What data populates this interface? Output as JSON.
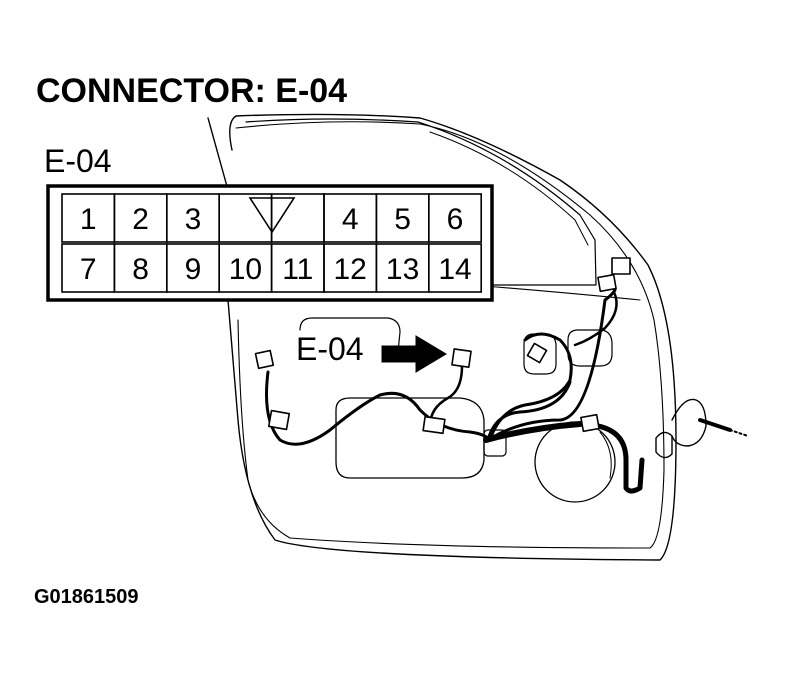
{
  "title": "CONNECTOR: E-04",
  "connector_label": "E-04",
  "pointer_label": "E-04",
  "figure_id": "G01861509",
  "pins_top_left": [
    "1",
    "2",
    "3"
  ],
  "pins_top_right": [
    "4",
    "5",
    "6"
  ],
  "pins_bottom": [
    "7",
    "8",
    "9",
    "10",
    "11",
    "12",
    "13",
    "14"
  ],
  "colors": {
    "ink": "#000000",
    "background": "#ffffff"
  }
}
